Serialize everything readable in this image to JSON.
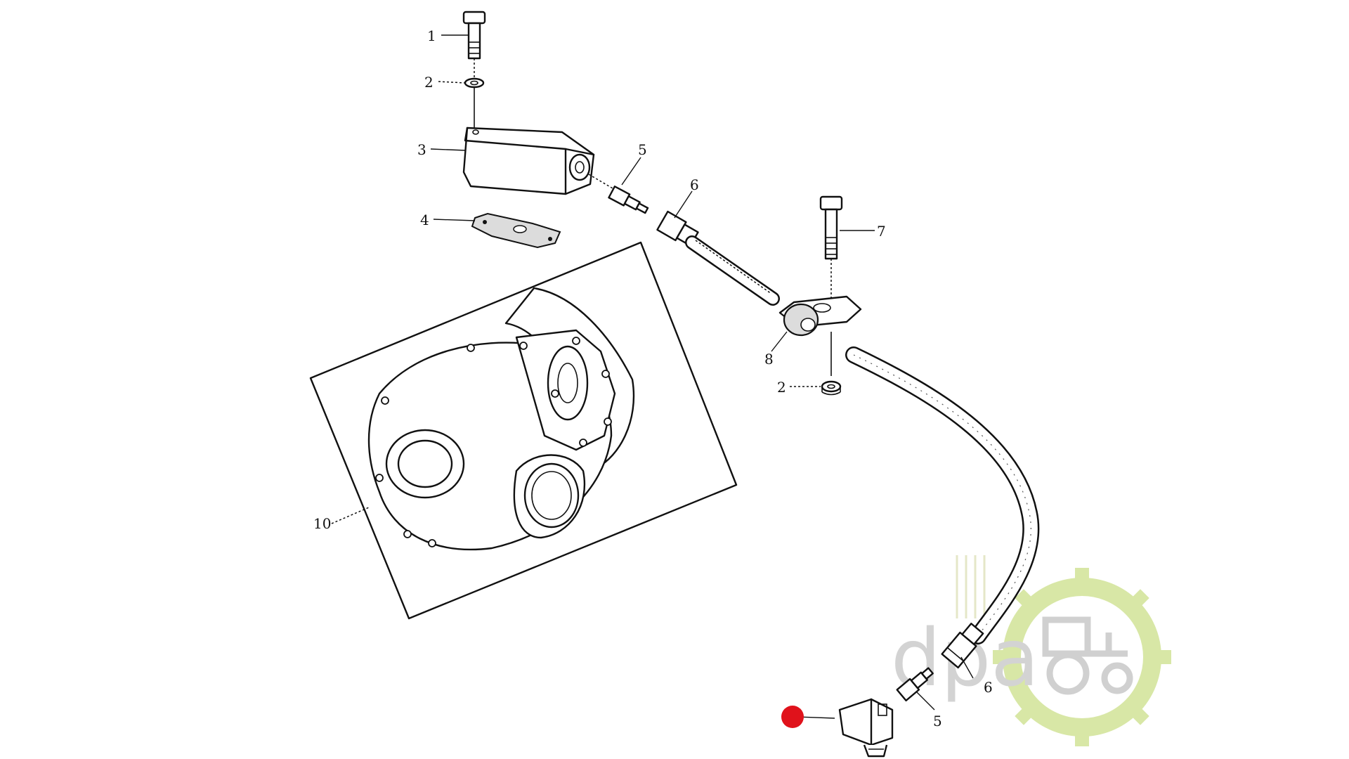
{
  "callouts": [
    {
      "id": "1",
      "text": "1"
    },
    {
      "id": "2a",
      "text": "2"
    },
    {
      "id": "3",
      "text": "3"
    },
    {
      "id": "4",
      "text": "4"
    },
    {
      "id": "5a",
      "text": "5"
    },
    {
      "id": "6a",
      "text": "6"
    },
    {
      "id": "7",
      "text": "7"
    },
    {
      "id": "8",
      "text": "8"
    },
    {
      "id": "2b",
      "text": "2"
    },
    {
      "id": "10",
      "text": "10"
    },
    {
      "id": "6b",
      "text": "6"
    },
    {
      "id": "5b",
      "text": "5"
    }
  ],
  "watermark": {
    "text": "dpa",
    "icon": "tractor-gear-logo",
    "colors": {
      "text": "#d3d3d3",
      "ring": "#d8e7a6",
      "tractor": "#d0d0d0"
    }
  },
  "highlight_marker": {
    "icon": "red-dot-marker",
    "color": "#e0121b"
  }
}
